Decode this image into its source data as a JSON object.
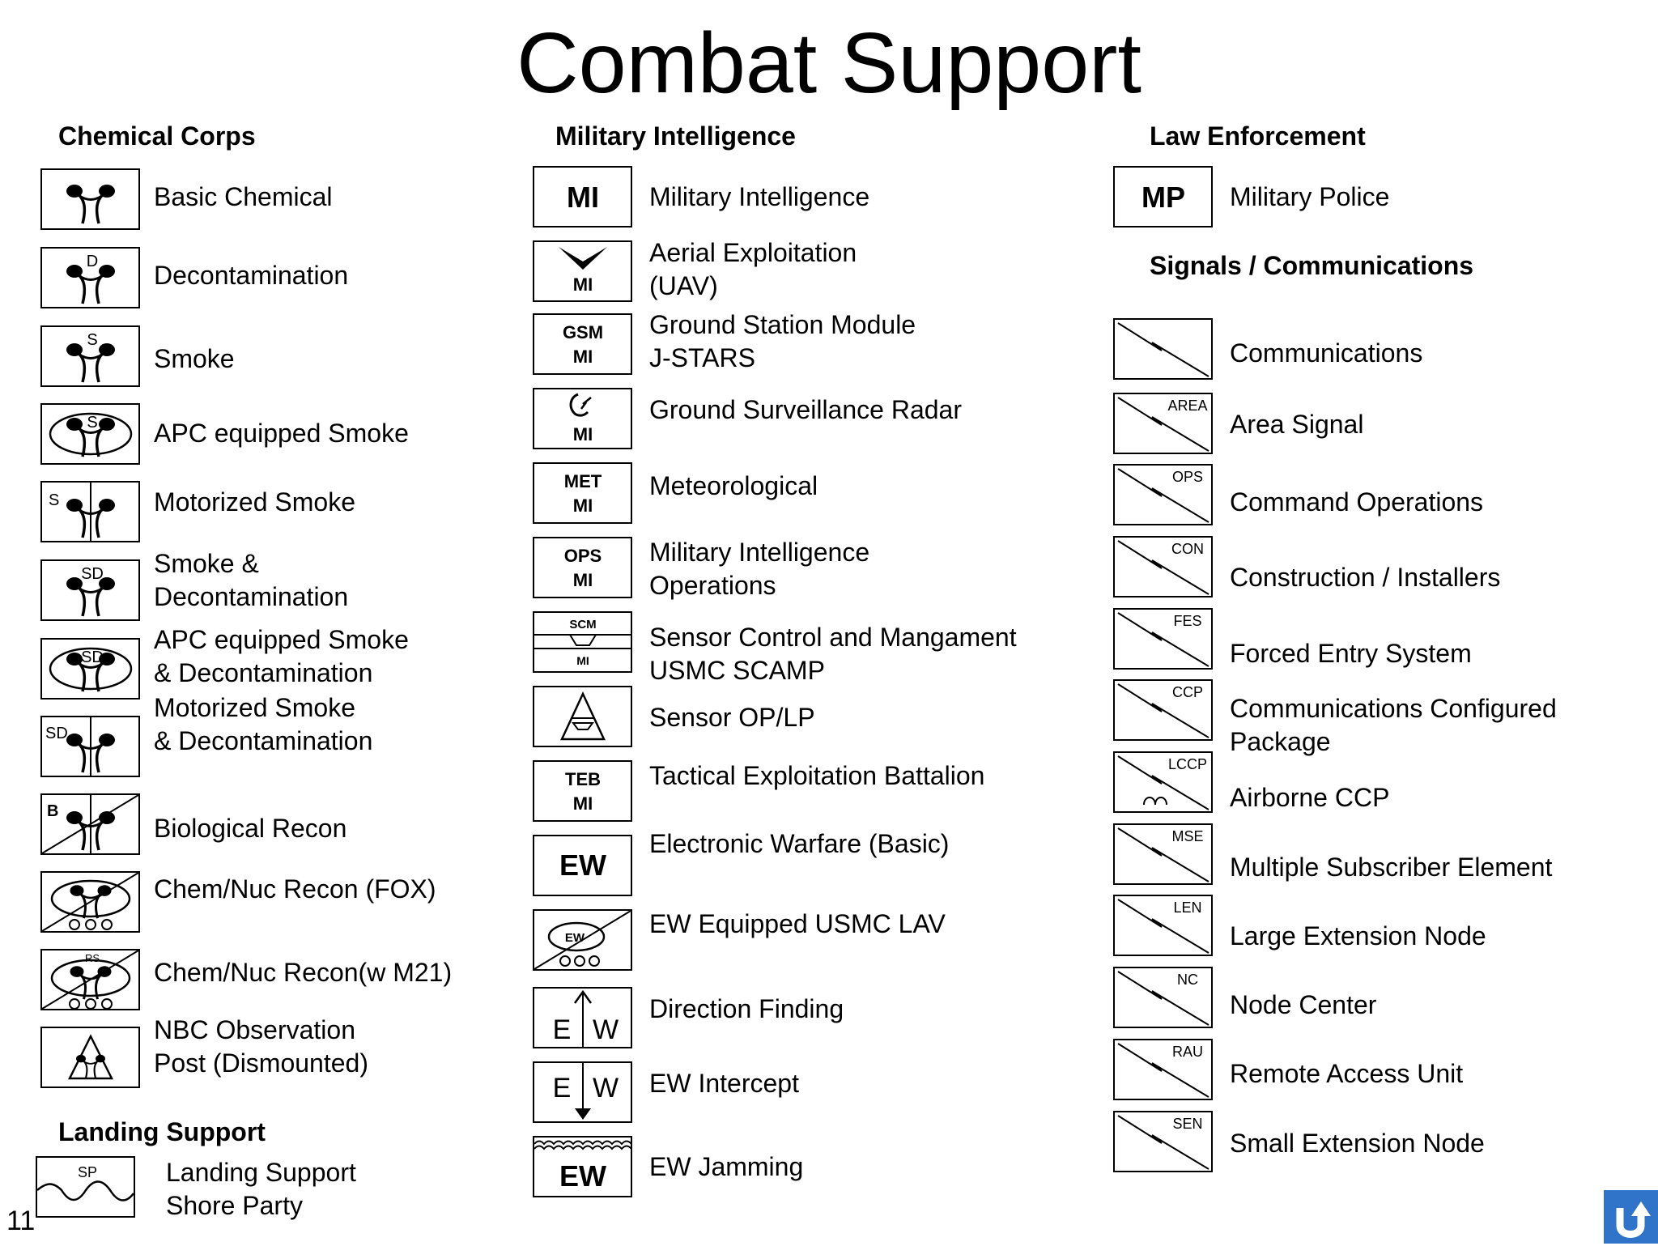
{
  "page": {
    "title": "Combat Support",
    "page_number": "11"
  },
  "chemical": {
    "heading": "Chemical Corps",
    "items": [
      {
        "label": "Basic Chemical",
        "glyph": "chem-basic"
      },
      {
        "label": "Decontamination",
        "glyph": "chem-decon",
        "tag": "D"
      },
      {
        "label": "Smoke",
        "glyph": "chem-smoke",
        "tag": "S"
      },
      {
        "label": "APC equipped Smoke",
        "glyph": "chem-apc-smoke",
        "tag": "S"
      },
      {
        "label": "Motorized Smoke",
        "glyph": "chem-motorized-smoke",
        "tag": "S"
      },
      {
        "label": "Smoke &",
        "label2": "Decontamination",
        "glyph": "chem-smoke-decon",
        "tag": "SD"
      },
      {
        "label": "APC equipped Smoke",
        "label2": "& Decontamination",
        "glyph": "chem-apc-smoke-decon",
        "tag": "SD"
      },
      {
        "label": "Motorized Smoke",
        "label2": "& Decontamination",
        "glyph": "chem-motorized-smoke-decon",
        "tag": "SD"
      },
      {
        "label": "Biological Recon",
        "glyph": "bio-recon",
        "tag": "B"
      },
      {
        "label": "Chem/Nuc Recon (FOX)",
        "glyph": "chem-nuc-recon-fox"
      },
      {
        "label": "Chem/Nuc Recon(w M21)",
        "glyph": "chem-nuc-recon-m21",
        "tag": "RS"
      },
      {
        "label": "NBC Observation",
        "label2": "Post (Dismounted)",
        "glyph": "nbc-observation-post"
      }
    ]
  },
  "landing": {
    "heading": "Landing Support",
    "item": {
      "label": "Landing Support",
      "label2": "Shore Party",
      "glyph": "landing-shore-party",
      "tag": "SP"
    }
  },
  "intel": {
    "heading": "Military Intelligence",
    "items": [
      {
        "label": "Military Intelligence",
        "glyph": "mi-basic",
        "tag": "MI"
      },
      {
        "label": "Aerial Exploitation",
        "label2": "(UAV)",
        "glyph": "mi-uav",
        "tag": "MI"
      },
      {
        "label": "Ground Station Module",
        "label2": "J-STARS",
        "glyph": "mi-gsm",
        "tag": "GSM",
        "tag2": "MI"
      },
      {
        "label": "Ground Surveillance Radar",
        "glyph": "mi-radar",
        "tag": "MI"
      },
      {
        "label": "Meteorological",
        "glyph": "mi-met",
        "tag": "MET",
        "tag2": "MI"
      },
      {
        "label": "Military Intelligence",
        "label2": "Operations",
        "glyph": "mi-ops",
        "tag": "OPS",
        "tag2": "MI"
      },
      {
        "label": "Sensor Control and Mangament",
        "label2": "USMC SCAMP",
        "glyph": "mi-scm",
        "tag": "SCM",
        "tag2": "MI"
      },
      {
        "label": "Sensor OP/LP",
        "glyph": "mi-sensor-oplp"
      },
      {
        "label": "Tactical Exploitation Battalion",
        "glyph": "mi-teb",
        "tag": "TEB",
        "tag2": "MI"
      },
      {
        "label": "Electronic Warfare (Basic)",
        "glyph": "ew-basic",
        "tag": "EW"
      },
      {
        "label": "EW Equipped USMC LAV",
        "glyph": "ew-lav",
        "tag": "EW"
      },
      {
        "label": "Direction Finding",
        "glyph": "ew-direction-finding",
        "tag": "E",
        "tag2": "W"
      },
      {
        "label": "EW Intercept",
        "glyph": "ew-intercept",
        "tag": "E",
        "tag2": "W"
      },
      {
        "label": "EW Jamming",
        "glyph": "ew-jamming",
        "tag": "EW"
      }
    ]
  },
  "law": {
    "heading": "Law Enforcement",
    "item": {
      "label": "Military Police",
      "glyph": "mp",
      "tag": "MP"
    }
  },
  "signals": {
    "heading": "Signals / Communications",
    "items": [
      {
        "label": "Communications",
        "glyph": "signal-communications"
      },
      {
        "label": "Area Signal",
        "glyph": "signal-area",
        "tag": "AREA"
      },
      {
        "label": "Command Operations",
        "glyph": "signal-command-ops",
        "tag": "OPS"
      },
      {
        "label": "Construction / Installers",
        "glyph": "signal-construction",
        "tag": "CON"
      },
      {
        "label": "Forced Entry System",
        "glyph": "signal-forced-entry",
        "tag": "FES"
      },
      {
        "label": "Communications Configured",
        "label2": "Package",
        "glyph": "signal-ccp",
        "tag": "CCP"
      },
      {
        "label": "Airborne CCP",
        "glyph": "signal-airborne-ccp",
        "tag": "LCCP"
      },
      {
        "label": "Multiple Subscriber Element",
        "glyph": "signal-mse",
        "tag": "MSE"
      },
      {
        "label": "Large Extension Node",
        "glyph": "signal-len",
        "tag": "LEN"
      },
      {
        "label": "Node Center",
        "glyph": "signal-nc",
        "tag": "NC"
      },
      {
        "label": "Remote Access Unit",
        "glyph": "signal-rau",
        "tag": "RAU"
      },
      {
        "label": "Small Extension Node",
        "glyph": "signal-sen",
        "tag": "SEN"
      }
    ]
  },
  "nav": {
    "icon": "return-arrow-icon",
    "color": "#2f74c8"
  }
}
